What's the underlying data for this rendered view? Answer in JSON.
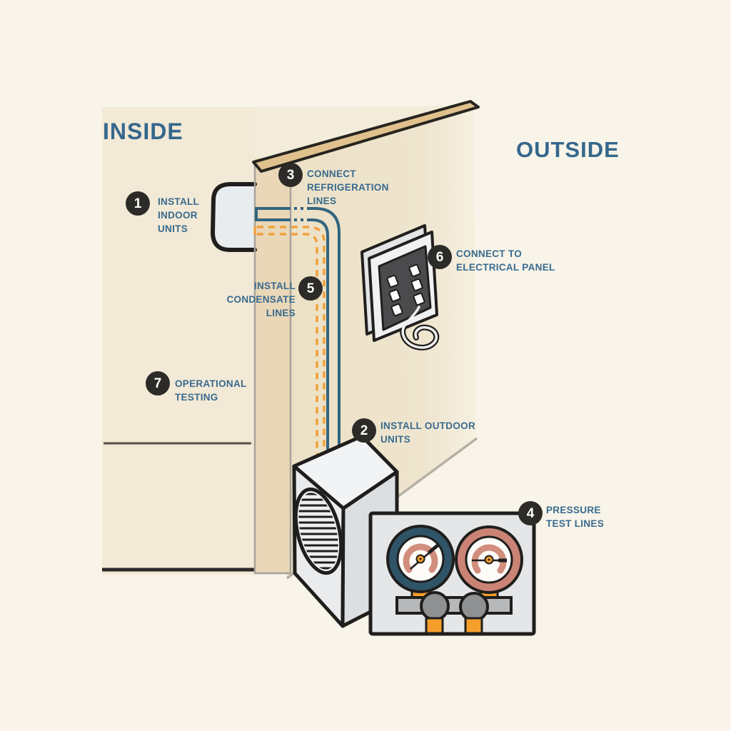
{
  "titles": {
    "inside": "INSIDE",
    "outside": "OUTSIDE"
  },
  "steps": [
    {
      "num": "1",
      "label": "INSTALL\nINDOOR\nUNITS"
    },
    {
      "num": "2",
      "label": "INSTALL OUTDOOR\nUNITS"
    },
    {
      "num": "3",
      "label": "CONNECT\nREFRIGERATION\nLINES"
    },
    {
      "num": "4",
      "label": "PRESSURE\nTEST LINES"
    },
    {
      "num": "5",
      "label": "INSTALL\nCONDENSATE\nLINES"
    },
    {
      "num": "6",
      "label": "CONNECT TO\nELECTRICAL PANEL"
    },
    {
      "num": "7",
      "label": "OPERATIONAL\nTESTING"
    }
  ],
  "colors": {
    "background_cream": "#f8f4e9",
    "inside_wall_beige": "#f2e9d6",
    "outside_wall_beige": "#eee3ca",
    "wall_cross_section_tan": "#e9d7b8",
    "wall_top_edge_tan": "#e0c18e",
    "label_blue": "#386a8e",
    "badge_dark": "#2d2b28",
    "refrigerant_line_teal": "#33657f",
    "condensate_line_orange": "#f0a13c",
    "gauge_left_ring_teal": "#2f5468",
    "gauge_right_ring_salmon": "#cb8375",
    "gauge_arc_salmon": "#d28e7d",
    "hardware_orange": "#f59e2c",
    "unit_gray": "#e9ebed",
    "panel_dark_gray": "#4b4b4e"
  }
}
